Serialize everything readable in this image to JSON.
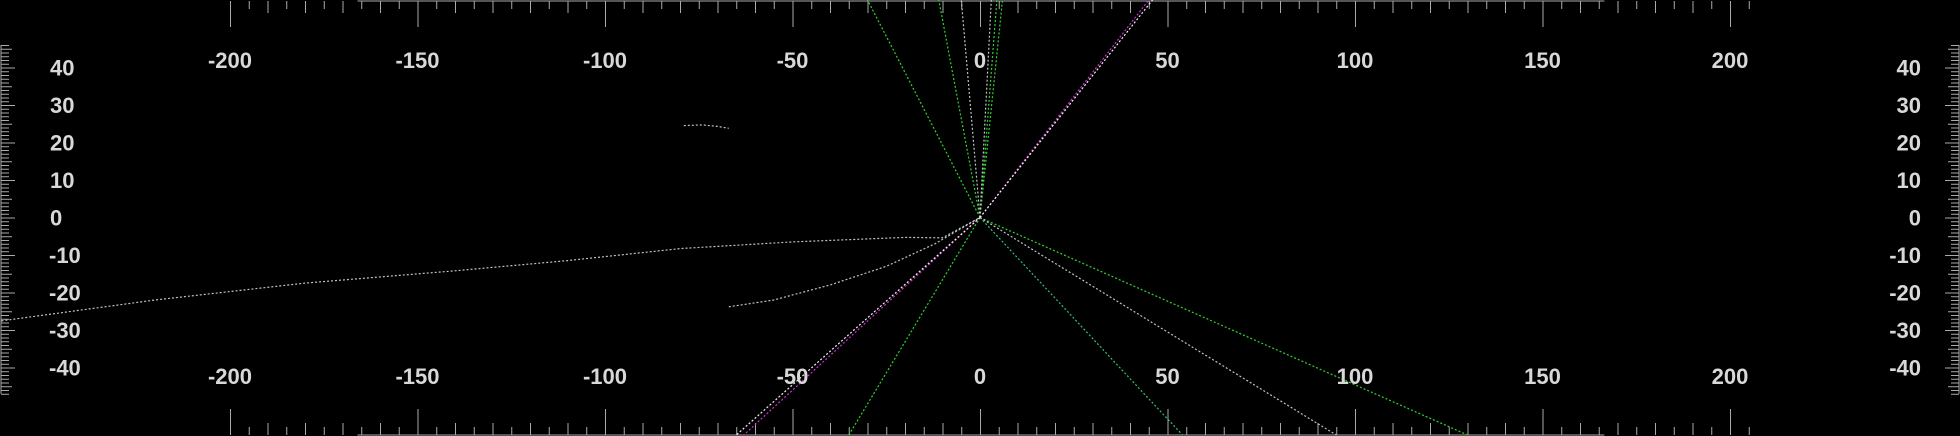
{
  "chart_data": {
    "type": "line",
    "title": "",
    "xlabel": "",
    "ylabel": "",
    "xlim": [
      -262,
      262
    ],
    "ylim": [
      -58.2,
      58.2
    ],
    "x_ticks": [
      -200,
      -150,
      -100,
      -50,
      0,
      50,
      100,
      150,
      200
    ],
    "x_tick_labels": [
      "-200",
      "-150",
      "-100",
      "-50",
      "0",
      "50",
      "100",
      "150",
      "200"
    ],
    "y_ticks": [
      40,
      30,
      20,
      10,
      0,
      -10,
      -20,
      -30,
      -40
    ],
    "y_tick_labels": [
      "40",
      "30",
      "20",
      "10",
      "0",
      "-10",
      "-20",
      "-30",
      "-40"
    ],
    "background": "#000000",
    "grid": false,
    "series": [
      {
        "color": "#33dd33",
        "points": [
          [
            0,
            0
          ],
          [
            -30,
            58
          ]
        ]
      },
      {
        "color": "#33dd33",
        "points": [
          [
            0,
            0
          ],
          [
            -11,
            58
          ]
        ]
      },
      {
        "color": "#33dd33",
        "points": [
          [
            0,
            0
          ],
          [
            4.5,
            58
          ]
        ]
      },
      {
        "color": "#33dd33",
        "points": [
          [
            0,
            0
          ],
          [
            6,
            58
          ]
        ]
      },
      {
        "color": "#33dd33",
        "points": [
          [
            0,
            0
          ],
          [
            -35,
            -58
          ]
        ]
      },
      {
        "color": "#33dd33",
        "points": [
          [
            0,
            0
          ],
          [
            130,
            -58
          ]
        ]
      },
      {
        "color": "#33cc77",
        "points": [
          [
            0,
            0
          ],
          [
            54,
            -58
          ]
        ]
      },
      {
        "color": "#cccccc",
        "points": [
          [
            0,
            0
          ],
          [
            -5,
            58
          ]
        ]
      },
      {
        "color": "#cccccc",
        "points": [
          [
            0,
            0
          ],
          [
            3,
            58
          ]
        ]
      },
      {
        "color": "#cccccc",
        "points": [
          [
            0,
            0
          ],
          [
            95,
            -58
          ]
        ]
      },
      {
        "color": "#dd33dd",
        "points": [
          [
            0,
            0
          ],
          [
            -63,
            -58
          ]
        ]
      },
      {
        "color": "#dd33dd",
        "points": [
          [
            0,
            0
          ],
          [
            45,
            58
          ]
        ]
      },
      {
        "color": "#ffffff",
        "points": [
          [
            0,
            0
          ],
          [
            -65,
            -58
          ]
        ]
      },
      {
        "color": "#ffffff",
        "points": [
          [
            0,
            0
          ],
          [
            46,
            58
          ]
        ]
      },
      {
        "color": "#cccccc",
        "points": [
          [
            -262,
            -27.7
          ],
          [
            -220,
            -22
          ],
          [
            -180,
            -17.5
          ],
          [
            -140,
            -14.2
          ],
          [
            -110,
            -11.5
          ],
          [
            -80,
            -8.3
          ],
          [
            -50,
            -6.5
          ],
          [
            -20,
            -5.3
          ],
          [
            -10,
            -5.4
          ],
          [
            0,
            0
          ]
        ]
      },
      {
        "color": "#cccccc",
        "points": [
          [
            -67,
            -23.8
          ],
          [
            -55,
            -22
          ],
          [
            -40,
            -18
          ],
          [
            -25,
            -13
          ],
          [
            -12,
            -7
          ],
          [
            0,
            0
          ]
        ]
      },
      {
        "color": "#cccccc",
        "points": [
          [
            -79,
            24.5
          ],
          [
            -74,
            24.7
          ],
          [
            -70,
            24.3
          ],
          [
            -67,
            23.8
          ]
        ]
      }
    ]
  }
}
